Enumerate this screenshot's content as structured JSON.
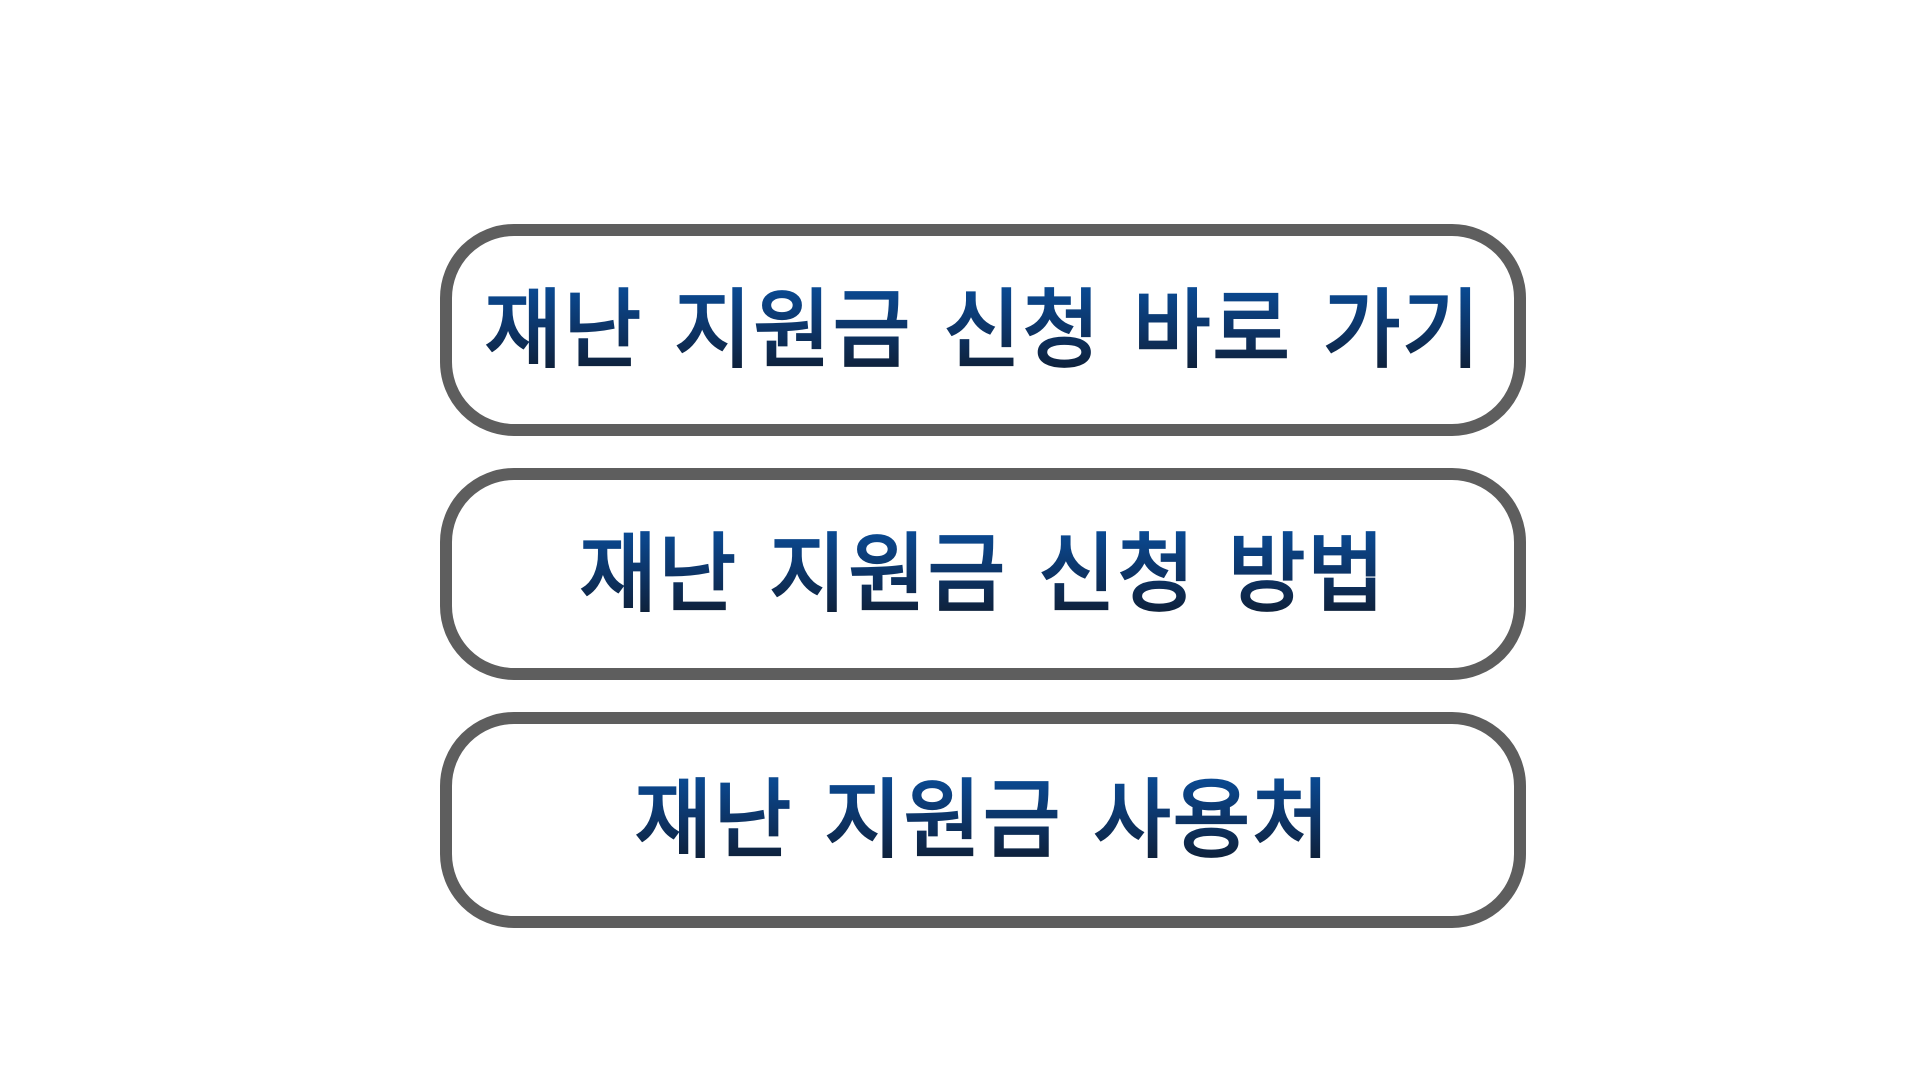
{
  "menu": {
    "items": [
      {
        "label": "재난 지원금 신청 바로 가기"
      },
      {
        "label": "재난 지원금 신청 방법"
      },
      {
        "label": "재난 지원금 사용처"
      }
    ]
  },
  "colors": {
    "border": "#5e5e5e",
    "text_top": "#0a4a93",
    "text_bottom": "#0e1f36",
    "background": "#ffffff"
  }
}
